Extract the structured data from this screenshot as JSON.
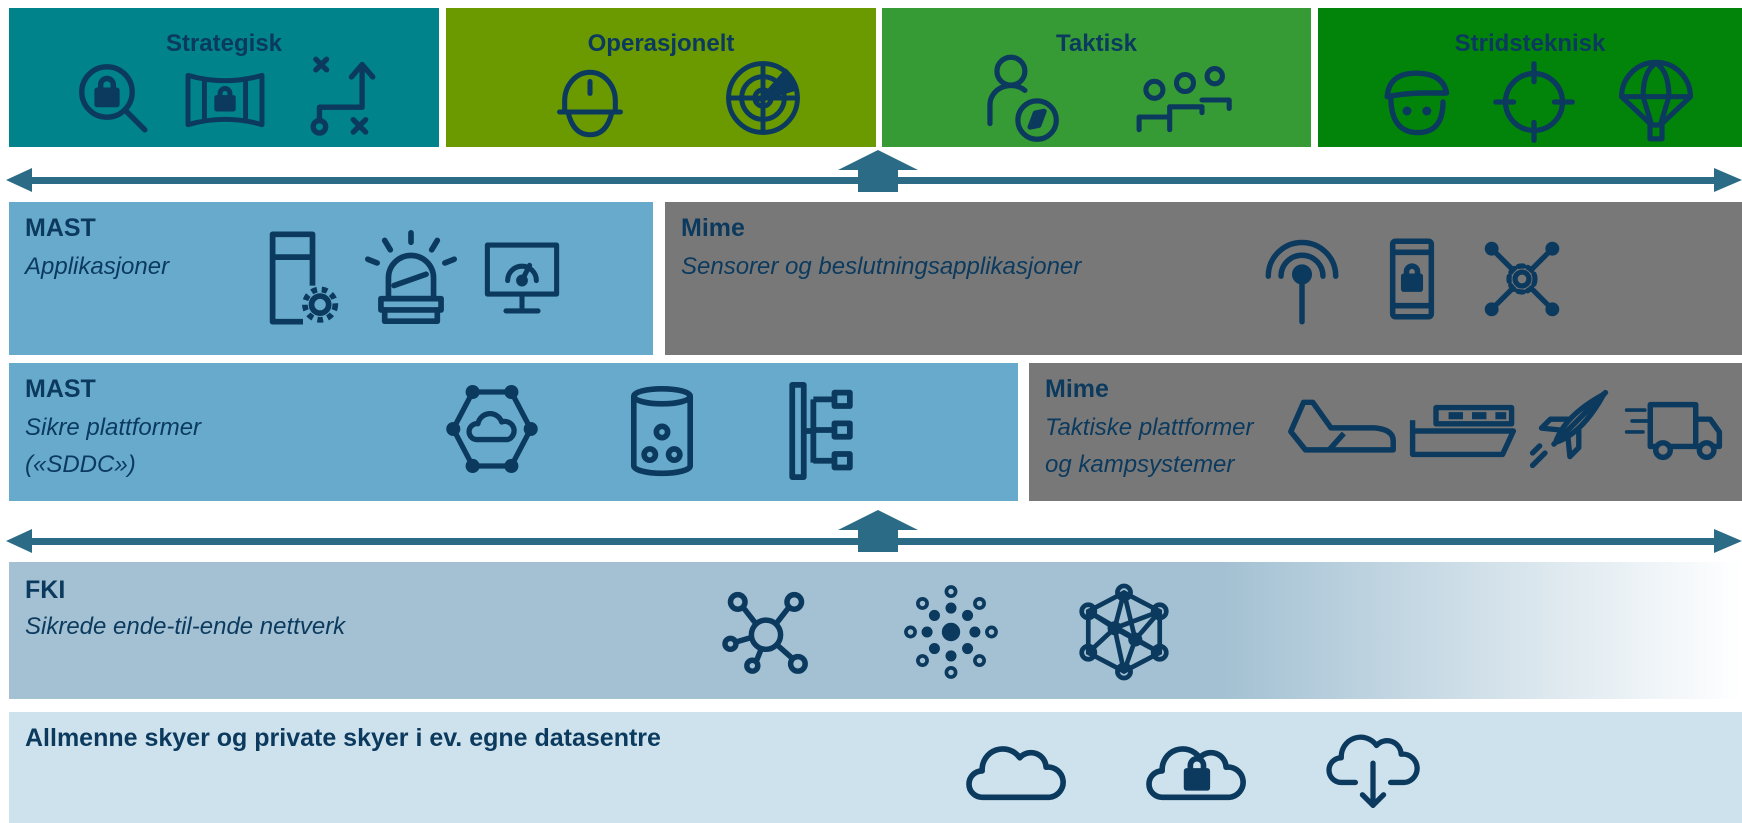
{
  "colors": {
    "strategisk": "#00838a",
    "operasjonelt": "#6a9a00",
    "taktisk": "#379b35",
    "stridsteknisk": "#02840a",
    "mast": "#67aacb",
    "mime": "#787878",
    "fki": "#a3c1d3",
    "cloud": "#cde2ec",
    "icon": "#0b3a5e",
    "arrow": "#2c6b86"
  },
  "levels": [
    {
      "title": "Strategisk",
      "icons": [
        "search-lock-icon",
        "panorama-lock-icon",
        "tactics-plan-icon"
      ]
    },
    {
      "title": "Operasjonelt",
      "icons": [
        "pilot-helmet-icon",
        "radar-icon"
      ]
    },
    {
      "title": "Taktisk",
      "icons": [
        "person-compass-icon",
        "group-people-icon"
      ]
    },
    {
      "title": "Stridsteknisk",
      "icons": [
        "soldier-icon",
        "crosshair-icon",
        "parachute-icon"
      ]
    }
  ],
  "mast_apps": {
    "title": "MAST",
    "subtitle": "Applikasjoner",
    "icons": [
      "server-gear-icon",
      "alarm-light-icon",
      "monitor-gauge-icon"
    ]
  },
  "mime_sensors": {
    "title": "Mime",
    "subtitle": "Sensorer og beslutningsapplikasjoner",
    "icons": [
      "antenna-icon",
      "phone-lock-icon",
      "network-gear-icon"
    ]
  },
  "mast_platforms": {
    "title": "MAST",
    "subtitle_1": "Sikre plattformer",
    "subtitle_2": "(«SDDC»)",
    "icons": [
      "cloud-hexagon-icon",
      "database-icon",
      "firewall-routing-icon"
    ]
  },
  "mime_platforms": {
    "title": "Mime",
    "subtitle_1": "Taktiske plattformer",
    "subtitle_2": "og kampsystemer",
    "icons": [
      "airplane-icon",
      "ship-icon",
      "rocket-icon",
      "truck-icon"
    ]
  },
  "fki": {
    "title": "FKI",
    "subtitle": "Sikrede ende-til-ende nettverk",
    "icons": [
      "network-hub-icon",
      "dot-burst-icon",
      "mesh-network-icon"
    ]
  },
  "clouds": {
    "title": "Allmenne skyer og private skyer i ev. egne datasentre",
    "icons": [
      "cloud-icon",
      "cloud-lock-icon",
      "cloud-download-icon"
    ]
  }
}
